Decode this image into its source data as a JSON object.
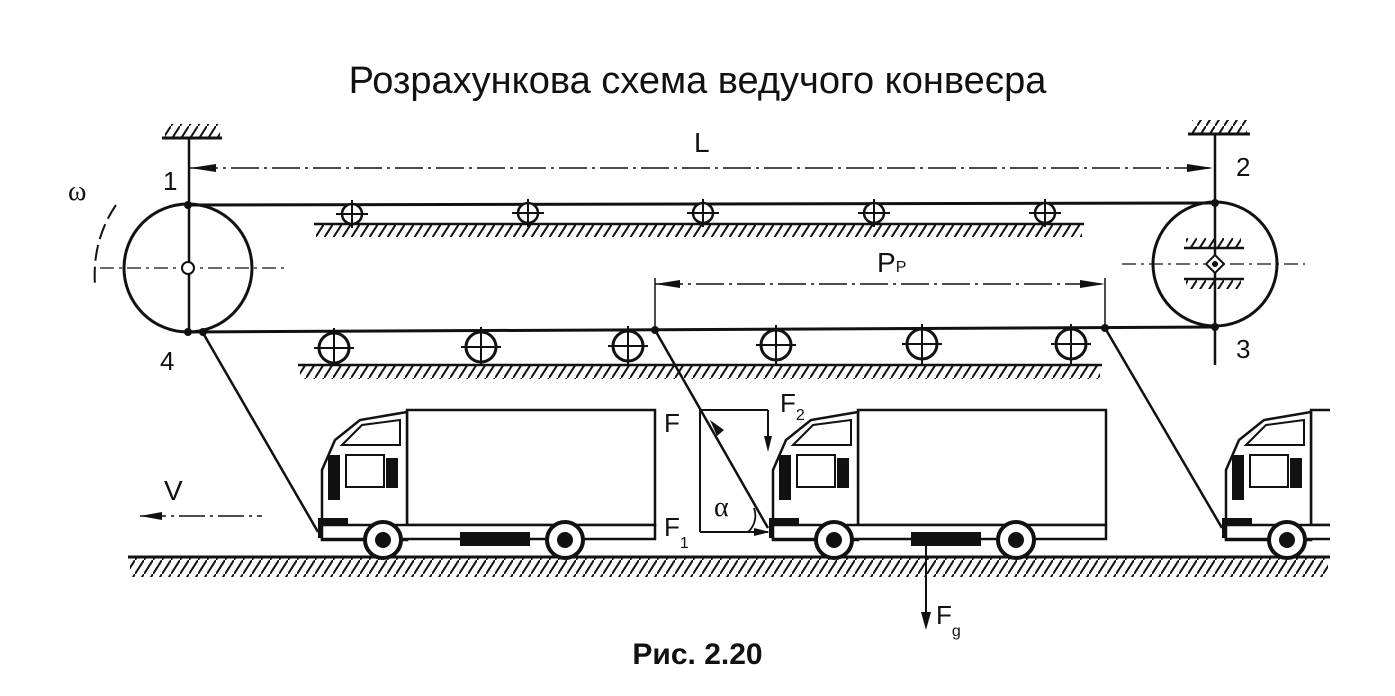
{
  "title": "Розрахункова схема ведучого конвеєра",
  "caption": "Рис. 2.20",
  "labels": {
    "length": "L",
    "omega": "ω",
    "point_1": "1",
    "point_2": "2",
    "point_3": "3",
    "point_4": "4",
    "pitch_main": "P",
    "pitch_sub": "Р",
    "force_f": "F",
    "force_f1_main": "F",
    "force_f1_sub": "1",
    "force_f2_main": "F",
    "force_f2_sub": "2",
    "force_fg_main": "F",
    "force_fg_sub": "g",
    "angle_alpha": "α",
    "velocity": "V"
  }
}
